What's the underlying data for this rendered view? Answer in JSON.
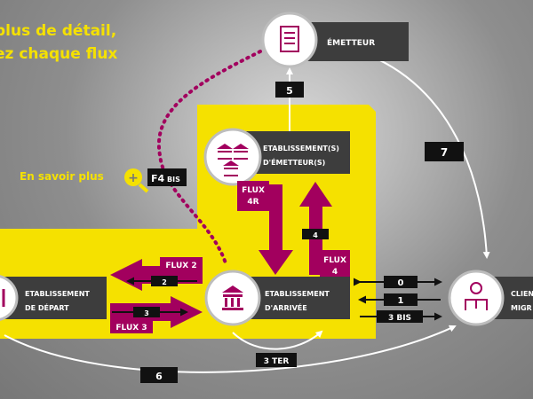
{
  "intro": {
    "line1": "plus de détail,",
    "line2": "ez chaque flux"
  },
  "en_savoir_plus": {
    "label": "En savoir plus",
    "tag_main": "F4",
    "tag_sub": "BIS"
  },
  "nodes": {
    "emetteur": "ÉMETTEUR",
    "etab_emetteur": {
      "line1": "ETABLISSEMENT(S)",
      "line2": "D'ÉMETTEUR(S)"
    },
    "etab_depart": {
      "line1": "ETABLISSEMENT",
      "line2": "DE DÉPART"
    },
    "etab_arrivee": {
      "line1": "ETABLISSEMENT",
      "line2": "D'ARRIVÉE"
    },
    "client": {
      "line1": "CLIEN",
      "line2": "MIGR"
    }
  },
  "flux": {
    "flux_2": {
      "label": "FLUX 2",
      "num": "2"
    },
    "flux_3": {
      "label": "FLUX 3",
      "num": "3"
    },
    "flux_4r": {
      "line1": "FLUX",
      "line2": "4R"
    },
    "flux_4": {
      "line1": "FLUX",
      "line2": "4",
      "num": "4"
    },
    "f0": "0",
    "f1": "1",
    "f3bis": "3 BIS",
    "f3ter": "3 TER",
    "f5": "5",
    "f6": "6",
    "f7": "7"
  },
  "colors": {
    "yellow": "#f5e100",
    "magenta": "#a2005e",
    "dark": "#3d3d3d",
    "black": "#111111"
  }
}
